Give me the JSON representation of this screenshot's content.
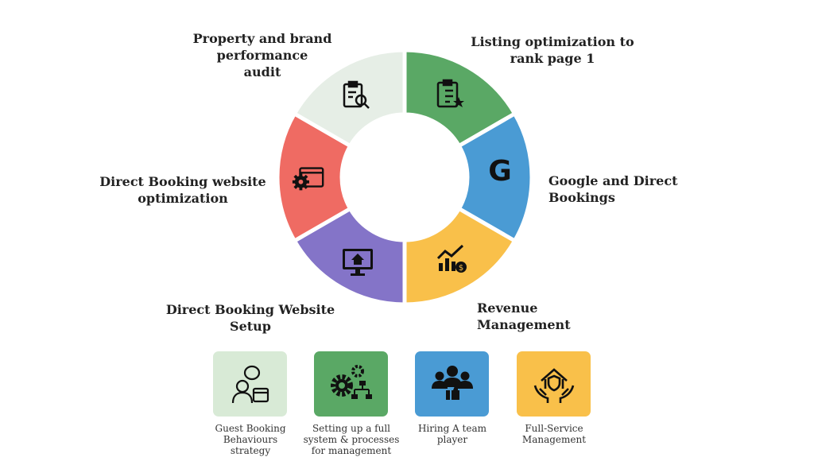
{
  "segments": [
    {
      "label": "Listing optimization to rank page 1",
      "color": "#5aa865",
      "icon": "clipboard-star-icon"
    },
    {
      "label": "Google and Direct Bookings",
      "color": "#4a9bd4",
      "icon": "google-icon"
    },
    {
      "label": "Revenue Management",
      "color": "#f9c04a",
      "icon": "revenue-chart-icon"
    },
    {
      "label": "Direct Booking Website Setup",
      "color": "#8474c8",
      "icon": "monitor-home-icon"
    },
    {
      "label": "Direct Booking website optimization",
      "color": "#ef6b63",
      "icon": "browser-gear-icon"
    },
    {
      "label": "Property and brand performance audit",
      "color": "#e6eee6",
      "icon": "clipboard-search-icon"
    }
  ],
  "labels": {
    "audit_1": "Property and brand performance",
    "audit_2": "audit",
    "listing_1": "Listing optimization to",
    "listing_2": "rank page 1",
    "google": "Google and Direct Bookings",
    "revenue": "Revenue Management",
    "setup": "Direct Booking Website Setup",
    "website_1": "Direct Booking website",
    "website_2": "optimization",
    "google_glyph": "G"
  },
  "cards": [
    {
      "label_1": "Guest Booking",
      "label_2": "Behaviours",
      "label_3": "strategy",
      "color": "#d8ead6",
      "icon": "guest-calendar-icon"
    },
    {
      "label_1": "Setting up a full",
      "label_2": "system & processes",
      "label_3": "for management",
      "color": "#5aa865",
      "icon": "gears-flowchart-icon"
    },
    {
      "label_1": "Hiring A team",
      "label_2": "player",
      "label_3": "",
      "color": "#4a9bd4",
      "icon": "team-thumbs-up-icon"
    },
    {
      "label_1": "Full-Service",
      "label_2": "Management",
      "label_3": "",
      "color": "#f9c04a",
      "icon": "house-hands-icon"
    }
  ]
}
